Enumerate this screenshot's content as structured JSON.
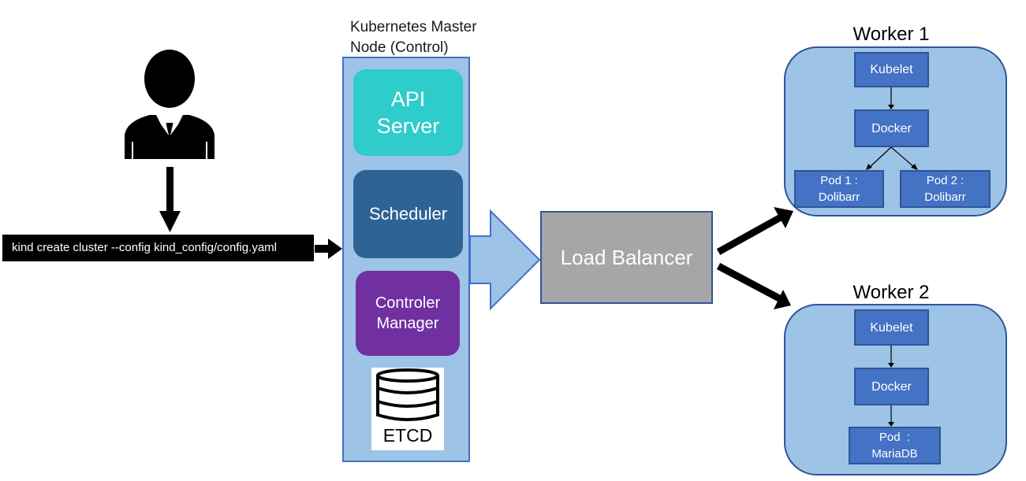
{
  "user": {
    "icon": "user-businessman-icon"
  },
  "command": {
    "text": "kind create cluster --config kind_config/config.yaml"
  },
  "master": {
    "title_line1": "Kubernetes Master",
    "title_line2": "Node (Control)",
    "api_line1": "API",
    "api_line2": "Server",
    "scheduler": "Scheduler",
    "controller_line1": "Controler",
    "controller_line2": "Manager",
    "etcd": "ETCD",
    "etcd_icon": "database-icon"
  },
  "load_balancer": {
    "label": "Load Balancer"
  },
  "worker1": {
    "title": "Worker 1",
    "kubelet": "Kubelet",
    "docker": "Docker",
    "pod1_line1": "Pod 1 :",
    "pod1_line2": "Dolibarr",
    "pod2_line1": "Pod 2 :",
    "pod2_line2": "Dolibarr"
  },
  "worker2": {
    "title": "Worker 2",
    "kubelet": "Kubelet",
    "docker": "Docker",
    "pod_line1": "Pod  :",
    "pod_line2": "MariaDB"
  },
  "colors": {
    "master_fill": "#9dc3e6",
    "api_server": "#2ecccb",
    "scheduler": "#2e6396",
    "controller": "#7030a0",
    "load_balancer": "#a6a6a6",
    "worker_box": "#4472c4"
  }
}
